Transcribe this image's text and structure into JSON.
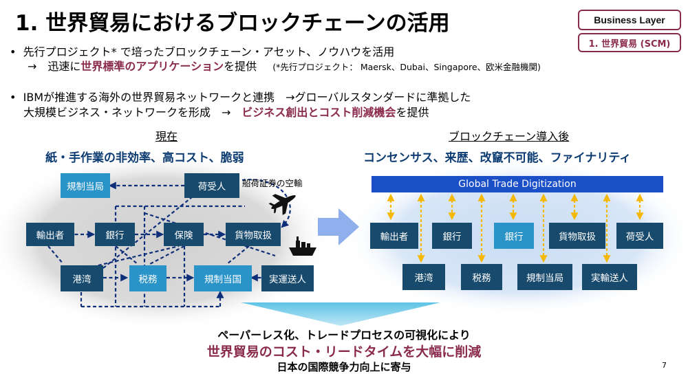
{
  "title": "1.  世界貿易におけるブロックチェーンの活用",
  "tags": {
    "layer": "Business Layer",
    "scope": "1. 世界貿易 (SCM)"
  },
  "bullet1": {
    "line1": "先行プロジェクト* で培ったブロックチェーン・アセット、ノウハウを活用",
    "line2_pre": "→　迅速に",
    "line2_accent": "世界標準のアプリケーション",
    "line2_post": "を提供",
    "note": "(*先行プロジェクト：  Maersk、Dubai、Singapore、欧米金融機関)"
  },
  "bullet2": {
    "line1": "IBMが推進する海外の世界貿易ネットワークと連携　→グローバルスタンダードに準拠した",
    "line2_pre": "大規模ビジネス・ネットワークを形成　→　",
    "line2_accent": "ビジネス創出とコスト削減機会",
    "line2_post": "を提供"
  },
  "left": {
    "heading": "現在",
    "subheading": "紙・手作業の非効率、高コスト、脆弱",
    "annotation": "船荷証券の空輸",
    "nodes": {
      "regulator_top": "規制当局",
      "consignee": "荷受人",
      "exporter": "輸出者",
      "bank": "銀行",
      "insurance": "保険",
      "freight": "貨物取扱",
      "port": "港湾",
      "customs": "税務",
      "regulator_country": "規制当国",
      "carrier": "実運送人"
    }
  },
  "right": {
    "heading": "ブロックチェーン導入後",
    "subheading": "コンセンサス、来歴、改竄不可能、ファイナリティ",
    "platform": "Global Trade Digitization",
    "nodes": {
      "exporter": "輸出者",
      "bank1": "銀行",
      "bank2": "銀行",
      "freight": "貨物取扱",
      "consignee": "荷受人",
      "port": "港湾",
      "customs": "税務",
      "regulator": "規制当局",
      "carrier": "実輸送人"
    }
  },
  "bottom": {
    "line1": "ペーパーレス化、トレードプロセスの可視化により",
    "line2": "世界貿易のコスト・リードタイムを大幅に削減",
    "line3": "日本の国際競争力向上に寄与"
  },
  "page_number": "7",
  "colors": {
    "accent": "#8a2a4c",
    "dark_box": "#174a6c",
    "light_box": "#2a93c8",
    "platform": "#1a4fc8",
    "connector": "#f5b800",
    "navy": "#0d3c72"
  }
}
